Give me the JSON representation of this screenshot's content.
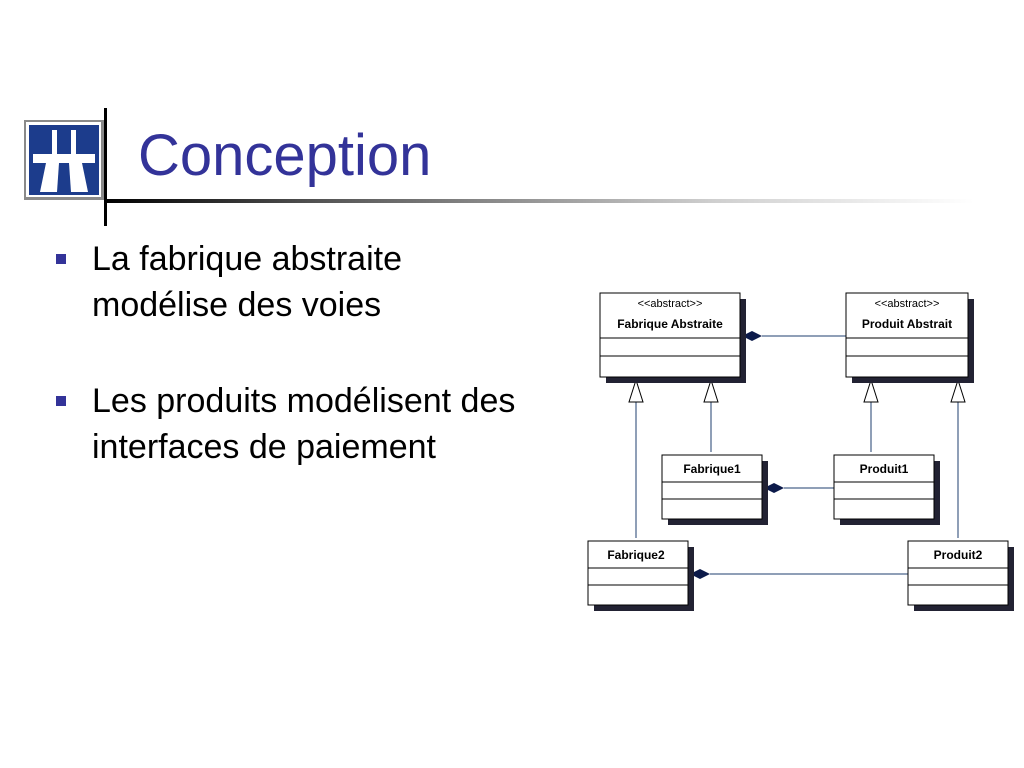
{
  "slide": {
    "title": "Conception",
    "bullets": [
      "La fabrique abstraite modélise des voies",
      "Les produits modélisent des interfaces de paiement"
    ]
  },
  "diagram": {
    "classes": [
      {
        "id": "fabrique-abstraite",
        "stereotype": "<<abstract>>",
        "name": "Fabrique Abstraite"
      },
      {
        "id": "produit-abstrait",
        "stereotype": "<<abstract>>",
        "name": "Produit Abstrait"
      },
      {
        "id": "fabrique1",
        "name": "Fabrique1"
      },
      {
        "id": "produit1",
        "name": "Produit1"
      },
      {
        "id": "fabrique2",
        "name": "Fabrique2"
      },
      {
        "id": "produit2",
        "name": "Produit2"
      }
    ]
  },
  "colors": {
    "title": "#333399",
    "bullet": "#333399",
    "logo_bg": "#1c3c8c",
    "link": "#1f3f6f"
  },
  "icons": {
    "logo": "motorway-sign-icon"
  }
}
